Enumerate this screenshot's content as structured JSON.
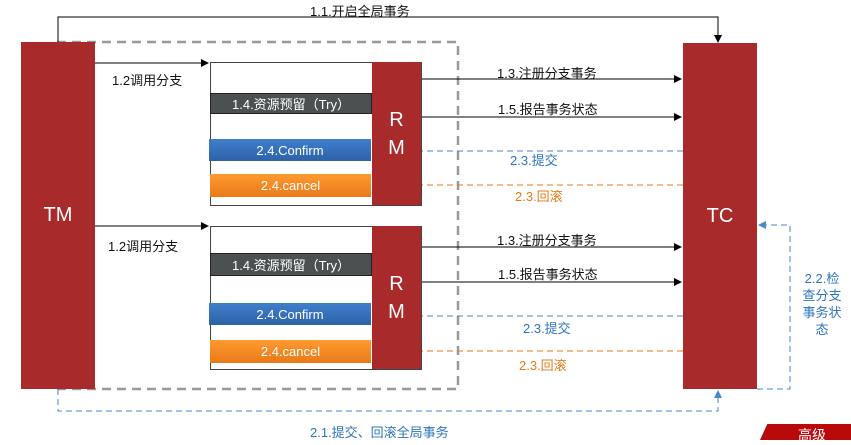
{
  "tm": {
    "label": "TM"
  },
  "tc": {
    "label": "TC"
  },
  "global_begin": "1.1.开启全局事务",
  "global_commit": "2.1.提交、回滚全局事务",
  "check_status": "2.2.检查分支事务状态",
  "branches": [
    {
      "call": "1.2调用分支",
      "rm_r": "R",
      "rm_m": "M",
      "try": "1.4.资源预留（Try）",
      "confirm": "2.4.Confirm",
      "cancel": "2.4.cancel",
      "register": "1.3.注册分支事务",
      "report": "1.5.报告事务状态",
      "commit": "2.3.提交",
      "rollback": "2.3.回滚"
    },
    {
      "call": "1.2调用分支",
      "rm_r": "R",
      "rm_m": "M",
      "try": "1.4.资源预留（Try）",
      "confirm": "2.4.Confirm",
      "cancel": "2.4.cancel",
      "register": "1.3.注册分支事务",
      "report": "1.5.报告事务状态",
      "commit": "2.3.提交",
      "rollback": "2.3.回滚"
    }
  ],
  "watermark": "高级"
}
